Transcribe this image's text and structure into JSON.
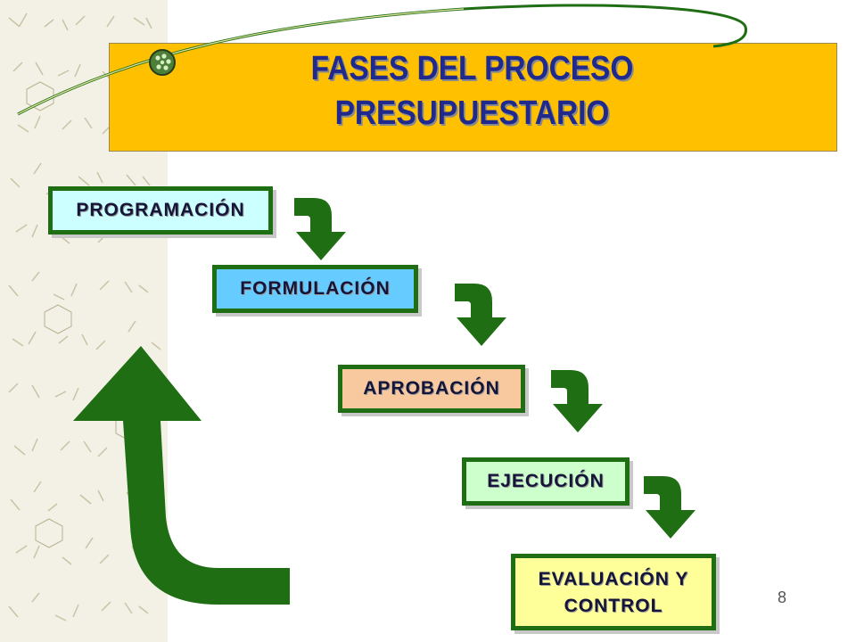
{
  "slide": {
    "title_line1": "FASES DEL PROCESO",
    "title_line2": "PRESUPUESTARIO",
    "page_number": "8"
  },
  "phases": [
    {
      "label": "PROGRAMACIÓN"
    },
    {
      "label": "FORMULACIÓN"
    },
    {
      "label": "APROBACIÓN"
    },
    {
      "label": "EJECUCIÓN"
    },
    {
      "label_line1": "EVALUACIÓN Y",
      "label_line2": "CONTROL"
    }
  ],
  "colors": {
    "title_bar": "#ffc000",
    "title_text": "#1f2a8c",
    "arrow_green": "#1f6e14",
    "box_border": "#1f6e14"
  },
  "icons": [
    "curve-arrow-icon",
    "loop-arrow-icon",
    "bead-ornament-icon"
  ]
}
